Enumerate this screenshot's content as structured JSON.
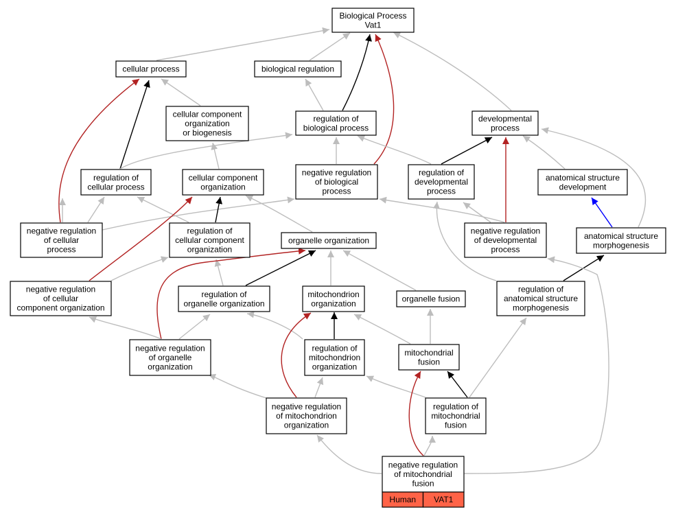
{
  "colors": {
    "is_a": "#bdbdbd",
    "regulates": "#000000",
    "negatively_regulates": "#b22222",
    "part_of": "#0000ff",
    "tag_fill": "#ff6347"
  },
  "nodes": {
    "root": [
      "Biological Process",
      "Vat1"
    ],
    "cellular_process": [
      "cellular process"
    ],
    "biological_regulation": [
      "biological regulation"
    ],
    "ccob": [
      "cellular component",
      "organization",
      "or biogenesis"
    ],
    "reg_bio": [
      "regulation of",
      "biological process"
    ],
    "developmental": [
      "developmental",
      "process"
    ],
    "reg_cell": [
      "regulation of",
      "cellular process"
    ],
    "cc_org": [
      "cellular component",
      "organization"
    ],
    "neg_reg_bio": [
      "negative regulation",
      "of biological",
      "process"
    ],
    "reg_dev": [
      "regulation of",
      "developmental",
      "process"
    ],
    "anat_dev": [
      "anatomical structure",
      "development"
    ],
    "neg_reg_cell": [
      "negative regulation",
      "of cellular",
      "process"
    ],
    "reg_cc_org": [
      "regulation of",
      "cellular component",
      "organization"
    ],
    "organelle_org": [
      "organelle organization"
    ],
    "neg_reg_dev": [
      "negative regulation",
      "of developmental",
      "process"
    ],
    "anat_morph": [
      "anatomical structure",
      "morphogenesis"
    ],
    "neg_reg_cc_org": [
      "negative regulation",
      "of cellular",
      "component organization"
    ],
    "reg_org_org": [
      "regulation of",
      "organelle organization"
    ],
    "mito_org": [
      "mitochondrion",
      "organization"
    ],
    "org_fusion": [
      "organelle fusion"
    ],
    "reg_anat_morph": [
      "regulation of",
      "anatomical structure",
      "morphogenesis"
    ],
    "neg_reg_org_org": [
      "negative regulation",
      "of organelle",
      "organization"
    ],
    "reg_mito_org": [
      "regulation of",
      "mitochondrion",
      "organization"
    ],
    "mito_fusion": [
      "mitochondrial",
      "fusion"
    ],
    "reg_mito_fusion": [
      "regulation of",
      "mitochondrial",
      "fusion"
    ],
    "neg_reg_mito_org": [
      "negative regulation",
      "of mitochondrion",
      "organization"
    ],
    "neg_reg_mito_fusion": [
      "negative regulation",
      "of mitochondrial",
      "fusion"
    ]
  },
  "leaf_tags": [
    "Human",
    "VAT1"
  ]
}
